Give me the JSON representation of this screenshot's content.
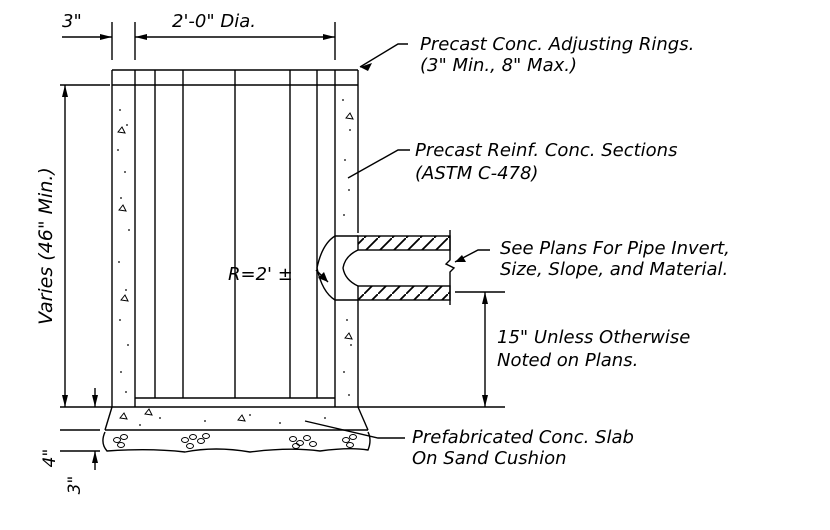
{
  "dims": {
    "wall_thickness": "3\"",
    "diameter": "2'-0\" Dia.",
    "height": "Varies (46\" Min.)",
    "slab_thickness": "4\"",
    "cushion_thickness": "3\"",
    "pipe_offset": "15\" Unless Otherwise",
    "pipe_offset_line2": "Noted on Plans.",
    "radius": "R=2' ±"
  },
  "notes": {
    "adjusting_rings_line1": "Precast Conc. Adjusting Rings.",
    "adjusting_rings_line2": "(3\" Min., 8\" Max.)",
    "sections_line1": "Precast Reinf. Conc. Sections",
    "sections_line2": "(ASTM C-478)",
    "pipe_line1": "See Plans For Pipe Invert,",
    "pipe_line2": "Size, Slope, and Material.",
    "slab_line1": "Prefabricated Conc. Slab",
    "slab_line2": "On Sand Cushion"
  },
  "style": {
    "line_color": "#000000",
    "background": "#ffffff"
  }
}
